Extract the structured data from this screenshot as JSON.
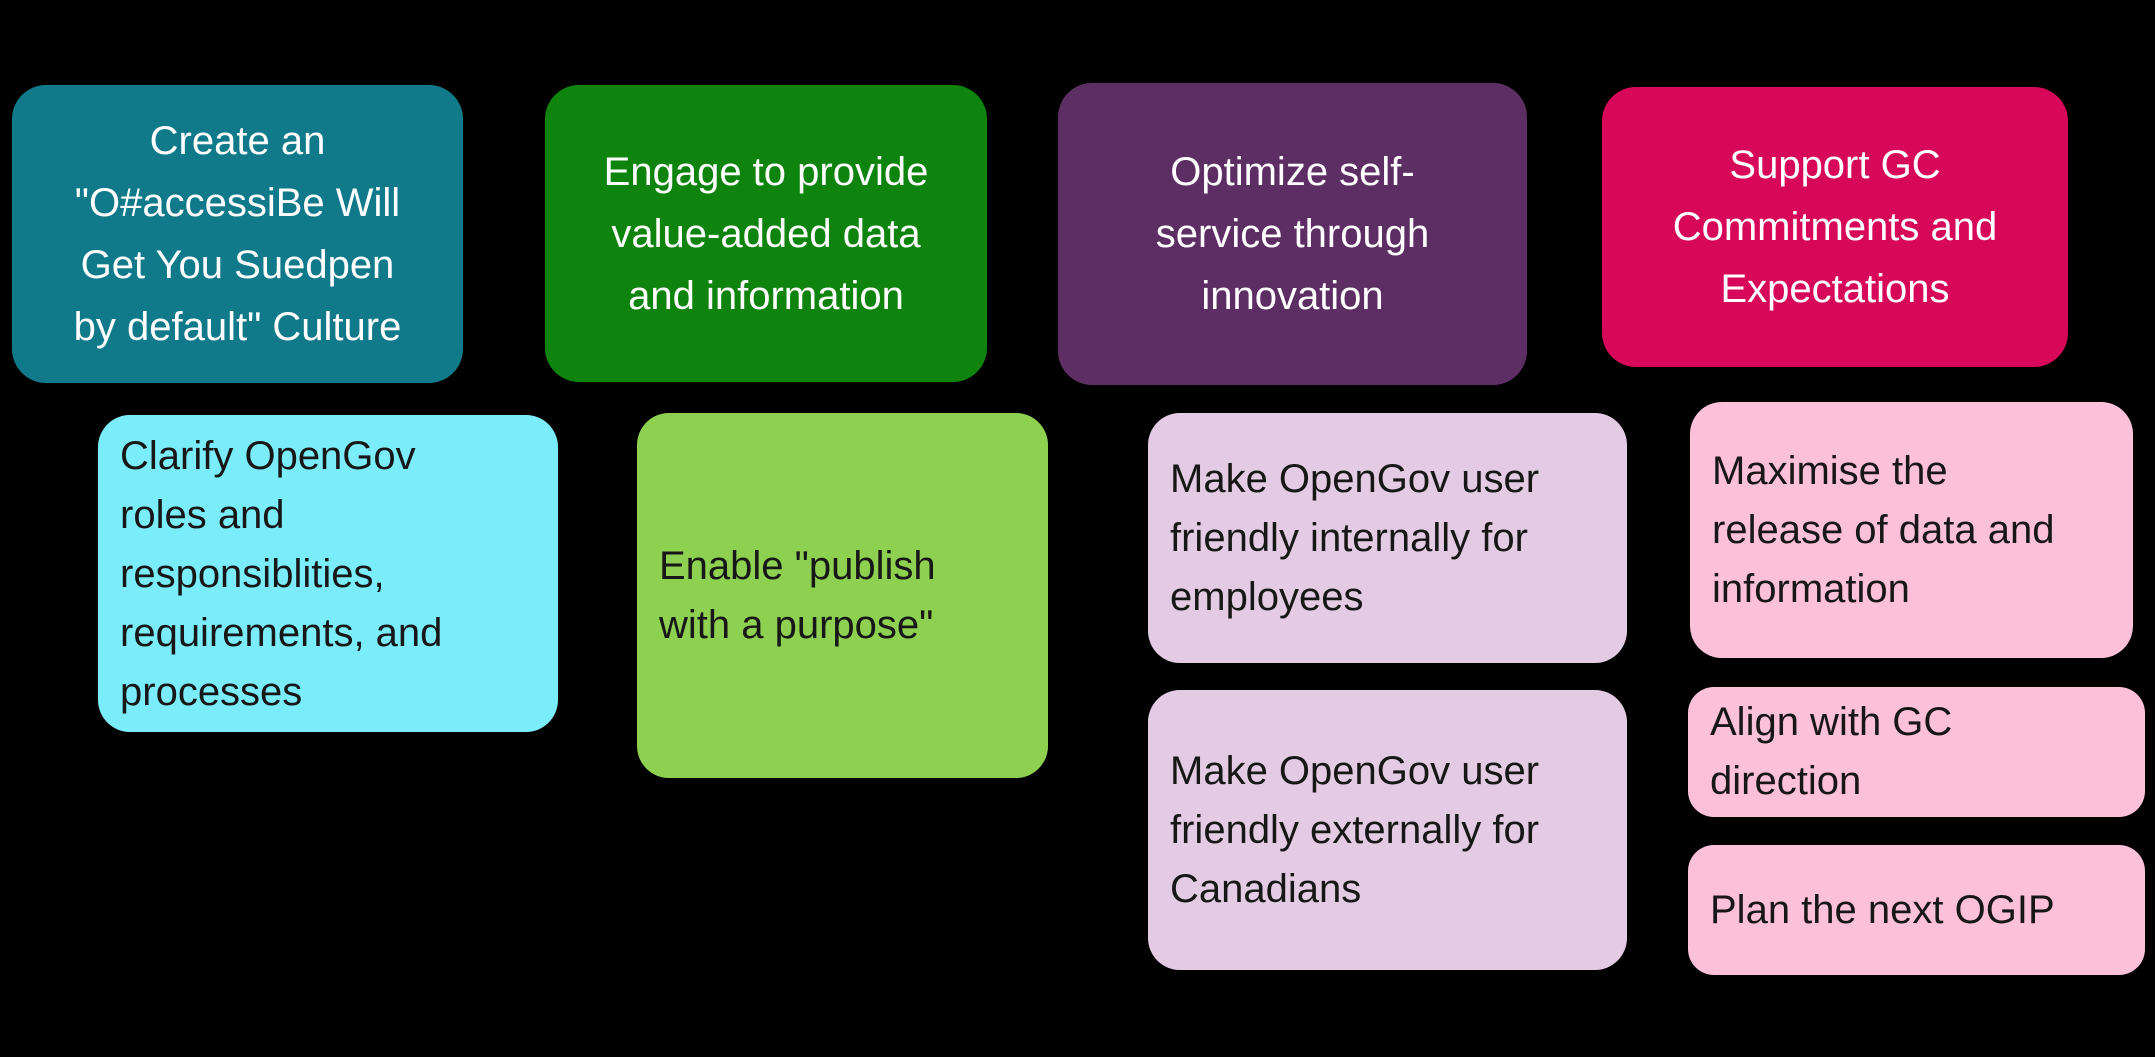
{
  "diagram": {
    "background": "#000000",
    "palette": {
      "teal": "#107A8A",
      "green": "#0E840E",
      "purple": "#5D2E63",
      "magenta": "#D70859",
      "light_cyan": "#7BEDFA",
      "light_green": "#8ED151",
      "lavender": "#E3CCE3",
      "light_pink": "#FCC1D9",
      "header_text": "#FFFFFF",
      "sub_text": "#171717"
    },
    "columns": [
      {
        "header": {
          "label": "Create an\n\"O#accessiBe Will\nGet You Suedpen\nby default\" Culture",
          "bg": "#107A8A",
          "fg": "#FFFFFF"
        },
        "items": [
          {
            "label": "Clarify OpenGov\nroles and\nresponsiblities,\nrequirements, and\nprocesses",
            "bg": "#7BEDFA",
            "fg": "#171717"
          }
        ]
      },
      {
        "header": {
          "label": "Engage to provide\nvalue-added data\nand information",
          "bg": "#0E840E",
          "fg": "#FFFFFF"
        },
        "items": [
          {
            "label": "Enable \"publish\nwith a purpose\"",
            "bg": "#8ED151",
            "fg": "#171717"
          }
        ]
      },
      {
        "header": {
          "label": "Optimize self-\nservice through\ninnovation",
          "bg": "#5D2E63",
          "fg": "#FFFFFF"
        },
        "items": [
          {
            "label": "Make OpenGov user\nfriendly internally for\nemployees",
            "bg": "#E3CCE3",
            "fg": "#171717"
          },
          {
            "label": "Make OpenGov user\nfriendly externally for\nCanadians",
            "bg": "#E3CCE3",
            "fg": "#171717"
          }
        ]
      },
      {
        "header": {
          "label": "Support GC\nCommitments and\nExpectations",
          "bg": "#D70859",
          "fg": "#FFFFFF"
        },
        "items": [
          {
            "label": "Maximise the\nrelease of data and\ninformation",
            "bg": "#FCC1D9",
            "fg": "#171717"
          },
          {
            "label": "Align with GC\ndirection",
            "bg": "#FCC1D9",
            "fg": "#171717"
          },
          {
            "label": "Plan the next OGIP",
            "bg": "#FCC1D9",
            "fg": "#171717"
          }
        ]
      }
    ]
  }
}
